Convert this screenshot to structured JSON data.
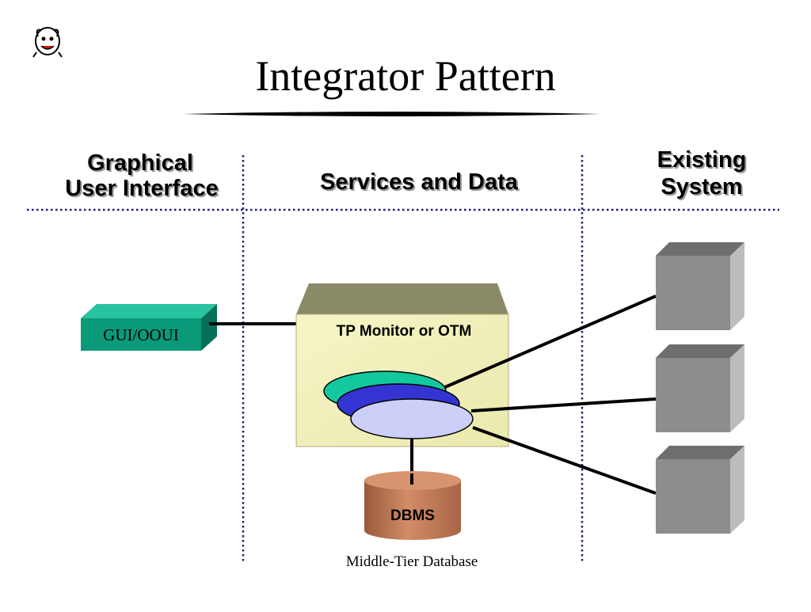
{
  "title": "Integrator Pattern",
  "columns": {
    "left": {
      "line1": "Graphical",
      "line2": "User Interface"
    },
    "middle": {
      "line1": "Services and Data"
    },
    "right": {
      "line1": "Existing",
      "line2": "System"
    }
  },
  "gui_box": {
    "label": "GUI/OOUI"
  },
  "monitor_box": {
    "label": "TP Monitor or OTM"
  },
  "database": {
    "label": "DBMS",
    "caption": "Middle-Tier Database"
  },
  "colors": {
    "gui_green": "#0a9a7a",
    "monitor_fill": "#f0efb8",
    "monitor_roof": "#8a8a68",
    "ellipse_teal": "#13c89e",
    "ellipse_blue": "#3434d2",
    "ellipse_lavender": "#cccff8",
    "db_brown": "#c8815e",
    "box_gray": "#8d8d8d",
    "divider_blue": "#1a1a80"
  },
  "icons": {
    "logo": "gargoyle-mascot-icon"
  }
}
